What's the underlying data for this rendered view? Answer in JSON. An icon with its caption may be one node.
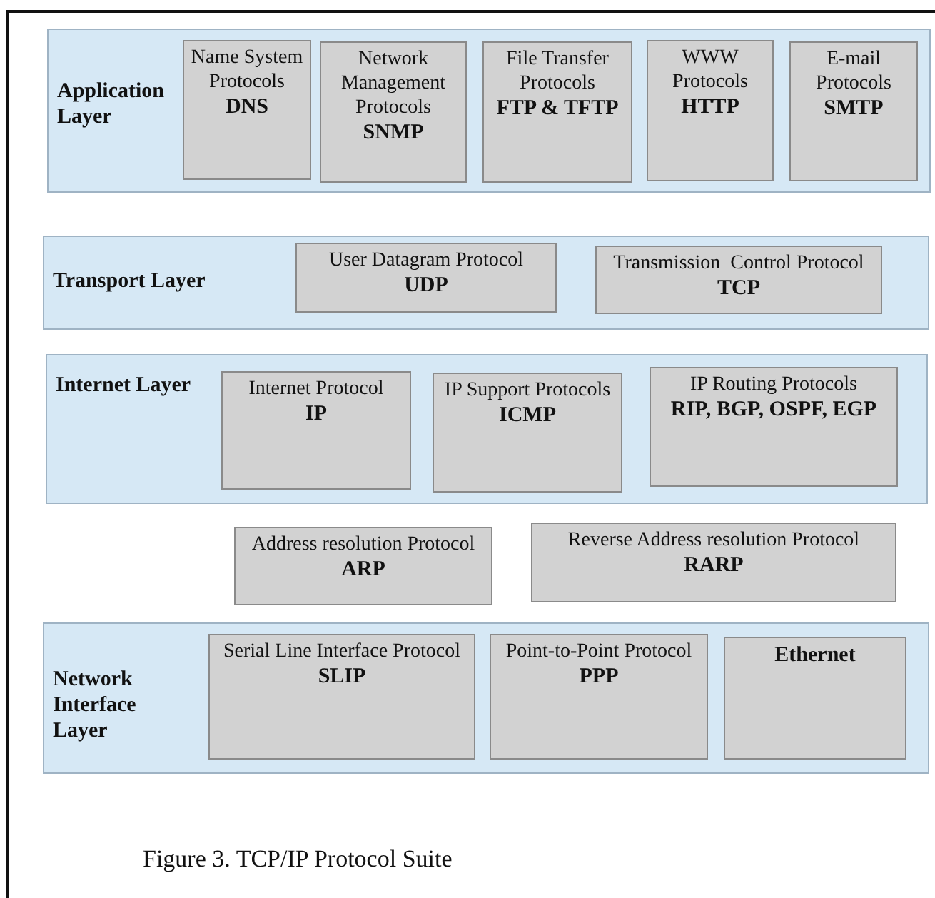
{
  "diagram": {
    "caption": "Figure 3. TCP/IP Protocol Suite",
    "nodes": [
      {
        "text": [
          "Application Layer"
        ]
      },
      {
        "text": [
          "Name System Protocols",
          "DNS"
        ],
        "in": 0
      },
      {
        "text": [
          "Network Management Protocols",
          "SNMP"
        ],
        "in": 0
      },
      {
        "text": [
          "File Transfer Protocols",
          "FTP & TFTP"
        ],
        "in": 0
      },
      {
        "text": [
          "WWW Protocols",
          "HTTP"
        ],
        "in": 0
      },
      {
        "text": [
          "E-mail Protocols",
          "SMTP"
        ],
        "in": 0
      },
      {
        "text": [
          "Transport Layer"
        ]
      },
      {
        "text": [
          "User Datagram Protocol",
          "UDP"
        ],
        "in": 6
      },
      {
        "text": [
          "Transmission  Control Protocol",
          "TCP"
        ],
        "in": 6
      },
      {
        "text": [
          "Internet Layer"
        ]
      },
      {
        "text": [
          "Internet Protocol",
          "IP"
        ],
        "in": 9
      },
      {
        "text": [
          "IP Support Protocols",
          "ICMP"
        ],
        "in": 9
      },
      {
        "text": [
          "IP Routing Protocols",
          "RIP, BGP, OSPF, EGP"
        ],
        "in": 9
      },
      {
        "text": [
          "Address resolution Protocol",
          "ARP"
        ]
      },
      {
        "text": [
          "Reverse Address resolution Protocol",
          "RARP"
        ]
      },
      {
        "text": [
          "Network Interface Layer"
        ]
      },
      {
        "text": [
          "Serial Line Interface Protocol",
          "SLIP"
        ],
        "in": 15
      },
      {
        "text": [
          "Point-to-Point Protocol",
          "PPP"
        ],
        "in": 15
      },
      {
        "text": [
          "Ethernet"
        ],
        "in": 15
      }
    ]
  }
}
